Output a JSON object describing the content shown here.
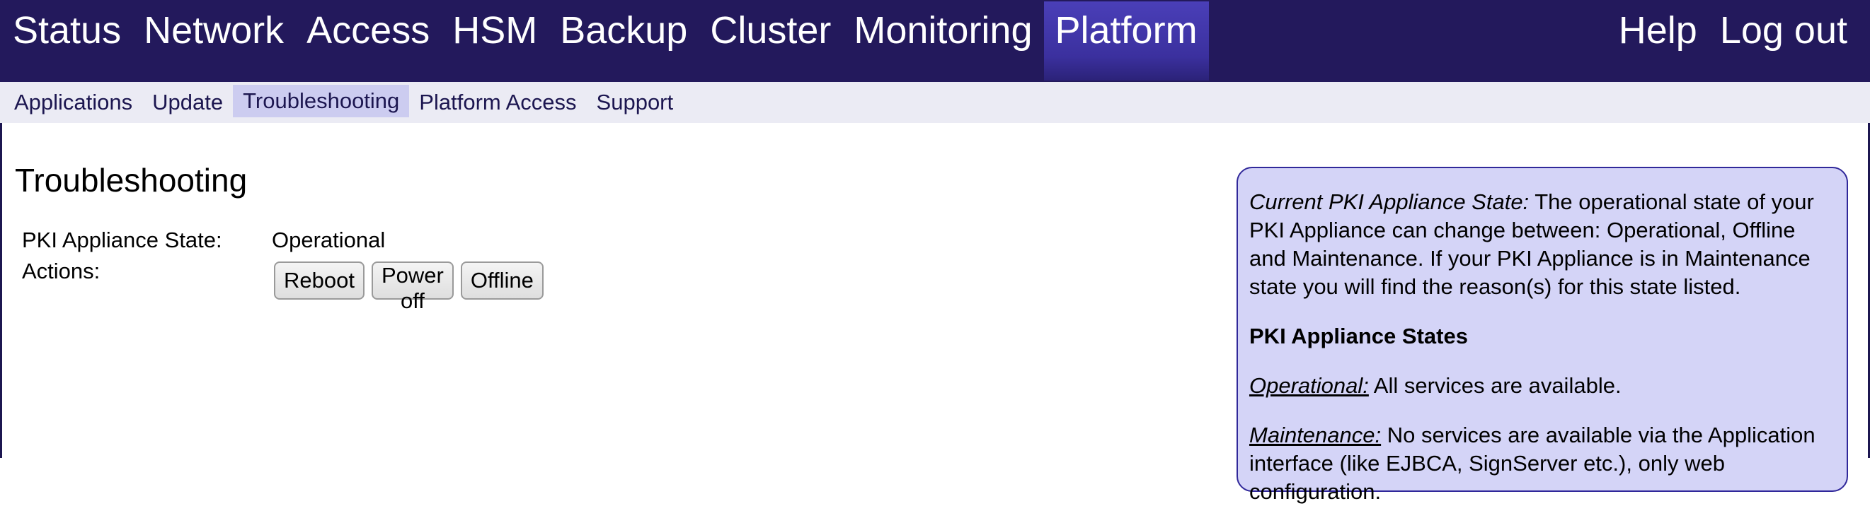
{
  "topnav": {
    "items": [
      {
        "label": "Status"
      },
      {
        "label": "Network"
      },
      {
        "label": "Access"
      },
      {
        "label": "HSM"
      },
      {
        "label": "Backup"
      },
      {
        "label": "Cluster"
      },
      {
        "label": "Monitoring"
      },
      {
        "label": "Platform",
        "active": true
      }
    ],
    "right_items": [
      {
        "label": "Help"
      },
      {
        "label": "Log out"
      }
    ],
    "colors": {
      "background": "#23195c",
      "active": "#3b309e"
    }
  },
  "subnav": {
    "items": [
      {
        "label": "Applications"
      },
      {
        "label": "Update"
      },
      {
        "label": "Troubleshooting",
        "active": true
      },
      {
        "label": "Platform Access"
      },
      {
        "label": "Support"
      }
    ]
  },
  "main": {
    "title": "Troubleshooting",
    "state_label": "PKI Appliance State:",
    "state_value": "Operational",
    "actions_label": "Actions:",
    "buttons": {
      "reboot": "Reboot",
      "power_off": "Power off",
      "offline": "Offline"
    }
  },
  "help": {
    "intro_term": "Current PKI Appliance State:",
    "intro_text": " The operational state of your PKI Appliance can change between: Operational, Offline and Maintenance. If your PKI Appliance is in Maintenance state you will find the reason(s) for this state listed.",
    "heading": "PKI Appliance States",
    "operational_term": "Operational:",
    "operational_text": " All services are available.",
    "maintenance_term": "Maintenance:",
    "maintenance_text": " No services are available via the Application interface (like EJBCA, SignServer etc.), only web configuration.",
    "background_color": "#d4d4f7"
  }
}
